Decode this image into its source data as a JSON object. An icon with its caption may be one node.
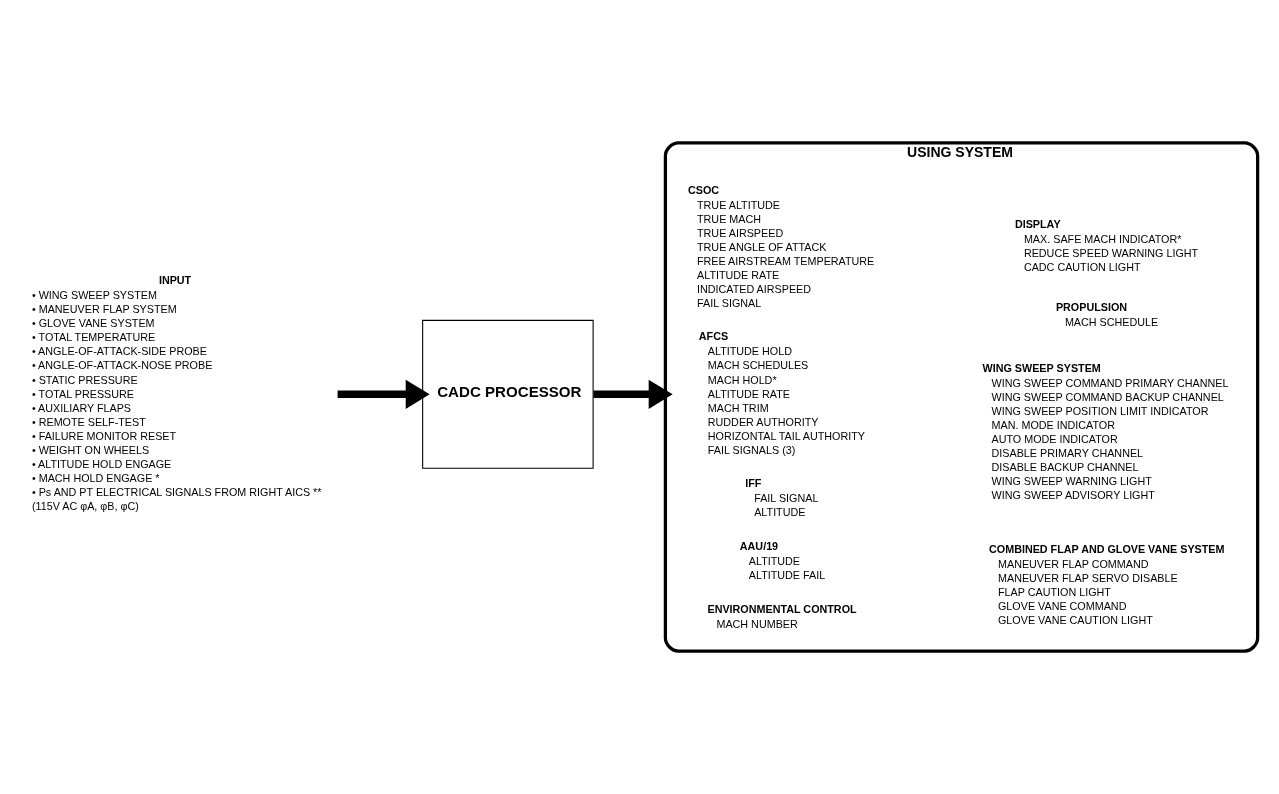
{
  "diagram": {
    "nodes": [
      {
        "text": [
          "INPUT",
          "• WING SWEEP SYSTEM",
          "• MANEUVER FLAP SYSTEM",
          "• GLOVE VANE SYSTEM",
          "• TOTAL TEMPERATURE",
          "• ANGLE-OF-ATTACK-SIDE PROBE",
          "• ANGLE-OF-ATTACK-NOSE PROBE",
          "• STATIC PRESSURE",
          "• TOTAL PRESSURE",
          "• AUXILIARY FLAPS",
          "• REMOTE SELF-TEST",
          "• FAILURE MONITOR RESET",
          "• WEIGHT ON WHEELS",
          "• ALTITUDE HOLD ENGAGE",
          "• MACH HOLD ENGAGE *",
          "• Ps AND PT ELECTRICAL SIGNALS FROM RIGHT AICS **",
          "(115V AC φA, φB, φC)"
        ]
      },
      {
        "text": [
          "CADC PROCESSOR"
        ]
      },
      {
        "text": [
          "USING SYSTEM"
        ]
      },
      {
        "text": [
          "CSOC",
          "TRUE ALTITUDE",
          "TRUE MACH",
          "TRUE AIRSPEED",
          "TRUE ANGLE OF ATTACK",
          "FREE AIRSTREAM TEMPERATURE",
          "ALTITUDE RATE",
          "INDICATED AIRSPEED",
          "FAIL SIGNAL"
        ],
        "in": 2
      },
      {
        "text": [
          "AFCS",
          "ALTITUDE HOLD",
          "MACH SCHEDULES",
          "MACH HOLD*",
          "ALTITUDE RATE",
          "MACH TRIM",
          "RUDDER AUTHORITY",
          "HORIZONTAL TAIL AUTHORITY",
          "FAIL SIGNALS (3)"
        ],
        "in": 2
      },
      {
        "text": [
          "IFF",
          "FAIL SIGNAL",
          "ALTITUDE"
        ],
        "in": 2
      },
      {
        "text": [
          "AAU/19",
          "ALTITUDE",
          "ALTITUDE FAIL"
        ],
        "in": 2
      },
      {
        "text": [
          "ENVIRONMENTAL CONTROL",
          "MACH NUMBER"
        ],
        "in": 2
      },
      {
        "text": [
          "DISPLAY",
          "MAX. SAFE MACH INDICATOR*",
          "REDUCE SPEED WARNING LIGHT",
          "CADC CAUTION LIGHT"
        ],
        "in": 2
      },
      {
        "text": [
          "PROPULSION",
          "MACH SCHEDULE"
        ],
        "in": 2
      },
      {
        "text": [
          "WING SWEEP SYSTEM",
          "WING SWEEP COMMAND PRIMARY CHANNEL",
          "WING SWEEP COMMAND BACKUP CHANNEL",
          "WING SWEEP POSITION LIMIT INDICATOR",
          "MAN. MODE INDICATOR",
          "AUTO MODE INDICATOR",
          "DISABLE PRIMARY CHANNEL",
          "DISABLE BACKUP CHANNEL",
          "WING SWEEP WARNING LIGHT",
          "WING SWEEP ADVISORY LIGHT"
        ],
        "in": 2
      },
      {
        "text": [
          "COMBINED FLAP AND GLOVE VANE SYSTEM",
          "MANEUVER FLAP COMMAND",
          "MANEUVER FLAP SERVO DISABLE",
          "FLAP CAUTION LIGHT",
          "GLOVE VANE COMMAND",
          "GLOVE VANE CAUTION LIGHT"
        ],
        "in": 2
      }
    ],
    "edges": [
      {
        "from": 0,
        "to": 1,
        "arrow": "to"
      },
      {
        "from": 1,
        "to": 2,
        "arrow": "to"
      }
    ]
  }
}
